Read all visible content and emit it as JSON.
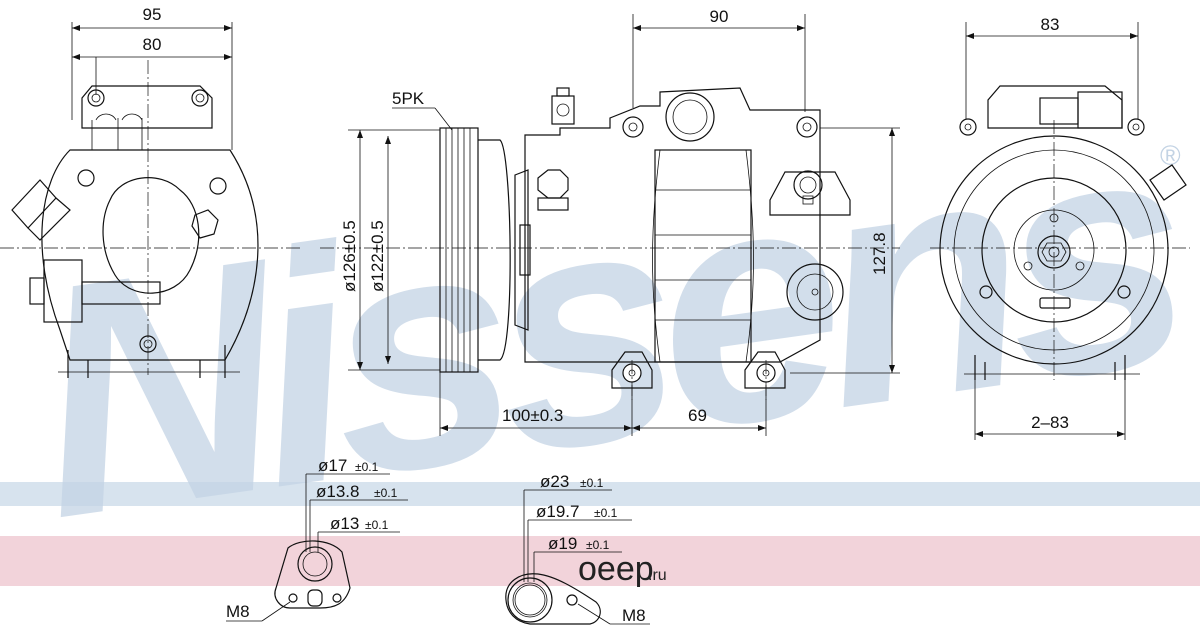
{
  "watermark": {
    "text": "Nissens",
    "mark": "®"
  },
  "site_mark": {
    "text": "oeep",
    "suffix": ".ru"
  },
  "band_colors": {
    "blue": "#d7e3ee",
    "pink": "#f2d3da",
    "watermark": "#c3d3e4"
  },
  "dimensions": {
    "d95": "95",
    "d80": "80",
    "d90": "90",
    "d83": "83",
    "belt": "5PK",
    "dia126": "ø126±0.5",
    "dia122": "ø122±0.5",
    "h1278": "127.8",
    "d100": "100±0.3",
    "d69": "69",
    "d2_83": "2–83"
  },
  "port_left": {
    "d1": "ø17",
    "d1_tol": "±0.1",
    "d2": "ø13.8",
    "d2_tol": "±0.1",
    "d3": "ø13",
    "d3_tol": "±0.1",
    "thread": "M8"
  },
  "port_right": {
    "d1": "ø23",
    "d1_tol": "±0.1",
    "d2": "ø19.7",
    "d2_tol": "±0.1",
    "d3": "ø19",
    "d3_tol": "±0.1",
    "thread": "M8"
  }
}
